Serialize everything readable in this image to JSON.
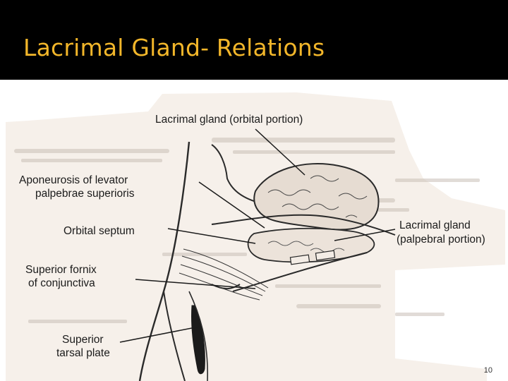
{
  "slide": {
    "title": "Lacrimal Gland- Relations",
    "number": "10",
    "colors": {
      "title_bar": "#000000",
      "title_text": "#f2b62a",
      "paper": "#f6f0ea",
      "ink": "#1b1b1b"
    }
  },
  "diagram": {
    "labels": {
      "orbital_portion_1": "Lacrimal gland (orbital portion)",
      "aponeurosis_1": "Aponeurosis of levator",
      "aponeurosis_2": "palpebrae superioris",
      "orbital_septum": "Orbital septum",
      "palpebral_1": "Lacrimal gland",
      "palpebral_2": "(palpebral portion)",
      "fornix_1": "Superior fornix",
      "fornix_2": "of conjunctiva",
      "tarsal_1": "Superior",
      "tarsal_2": "tarsal plate"
    }
  }
}
